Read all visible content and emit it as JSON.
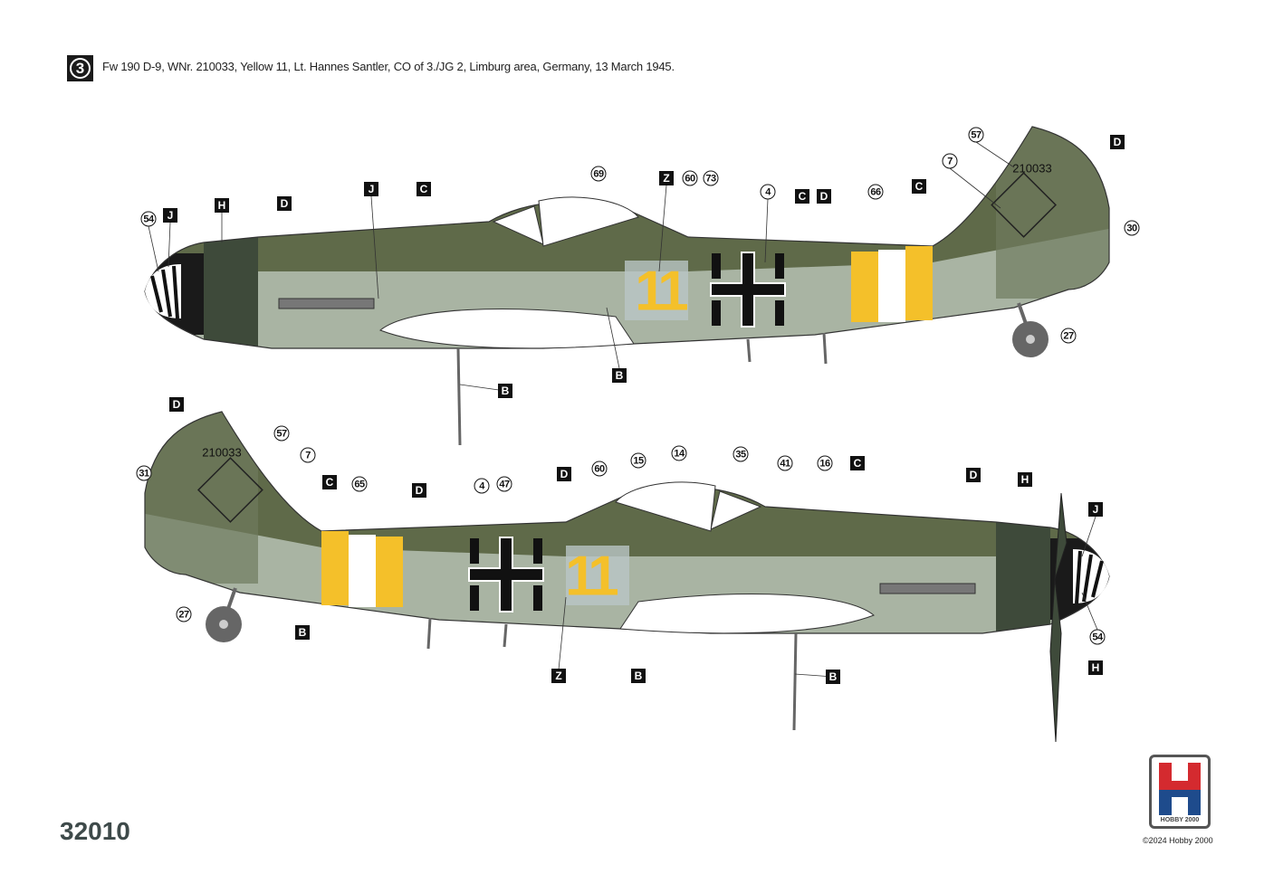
{
  "profile_number": "3",
  "title": "Fw 190 D-9, WNr. 210033, Yellow 11, Lt. Hannes Santler, CO of 3./JG 2, Limburg area, Germany, 13 March 1945.",
  "serial": "210033",
  "fuselage_number": "11",
  "colors": {
    "light_grey_green": "#a9b4a3",
    "dark_green": "#56623f",
    "yellow": "#f4c02a",
    "black": "#111111",
    "logo_red": "#d42a2f",
    "logo_blue": "#1e4b8c"
  },
  "top_callouts": [
    "54",
    "J",
    "H",
    "D",
    "J",
    "C",
    "69",
    "Z",
    "60",
    "73",
    "4",
    "C",
    "D",
    "66",
    "C",
    "57",
    "7",
    "D",
    "30",
    "27",
    "B",
    "B"
  ],
  "bottom_callouts": [
    "D",
    "57",
    "7",
    "31",
    "C",
    "65",
    "D",
    "4",
    "47",
    "D",
    "60",
    "15",
    "14",
    "35",
    "41",
    "16",
    "C",
    "D",
    "H",
    "J",
    "54",
    "H",
    "27",
    "B",
    "Z",
    "B",
    "B"
  ],
  "kit_number": "32010",
  "logo": {
    "text": "HOBBY 2000"
  },
  "copyright": "©2024 Hobby 2000"
}
